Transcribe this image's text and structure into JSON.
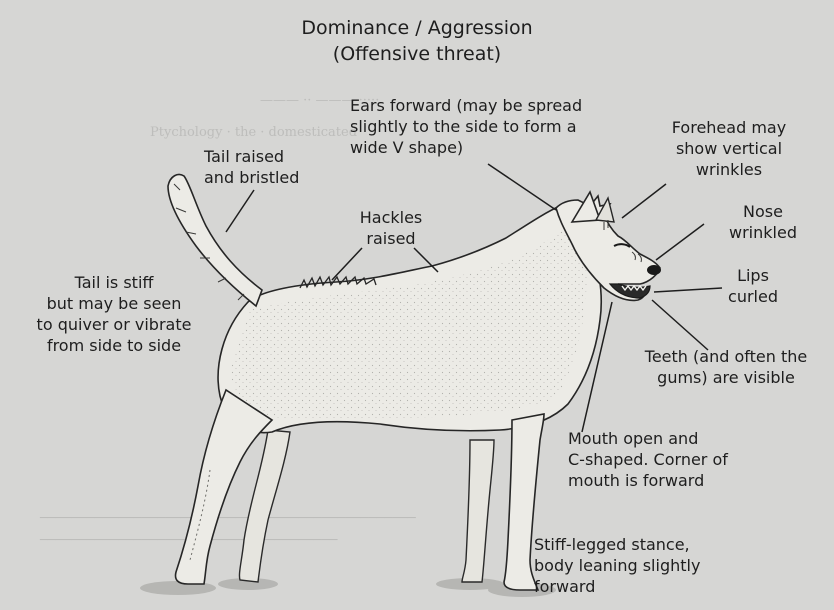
{
  "title": {
    "line1": "Dominance / Aggression",
    "line2": "(Offensive threat)"
  },
  "labels": {
    "ears": [
      "Ears forward (may be spread",
      "slightly to the side to form a",
      "wide V shape)"
    ],
    "forehead": [
      "Forehead may",
      "show vertical",
      "wrinkles"
    ],
    "tail_raised": [
      "Tail raised",
      "and bristled"
    ],
    "hackles": [
      "Hackles",
      "raised"
    ],
    "nose": [
      "Nose",
      "wrinkled"
    ],
    "lips": [
      "Lips",
      "curled"
    ],
    "tail_stiff": [
      "Tail is stiff",
      "but may be seen",
      "to quiver or vibrate",
      "from side to side"
    ],
    "teeth": [
      "Teeth (and often the",
      "gums) are visible"
    ],
    "mouth": [
      "Mouth open and",
      "C-shaped. Corner of",
      "mouth is forward"
    ],
    "stance": [
      "Stiff-legged stance,",
      "body leaning slightly",
      "forward"
    ]
  },
  "colors": {
    "paper": "#d6d6d4",
    "ink": "#1e1e1e",
    "fur": "#ecebe6"
  }
}
